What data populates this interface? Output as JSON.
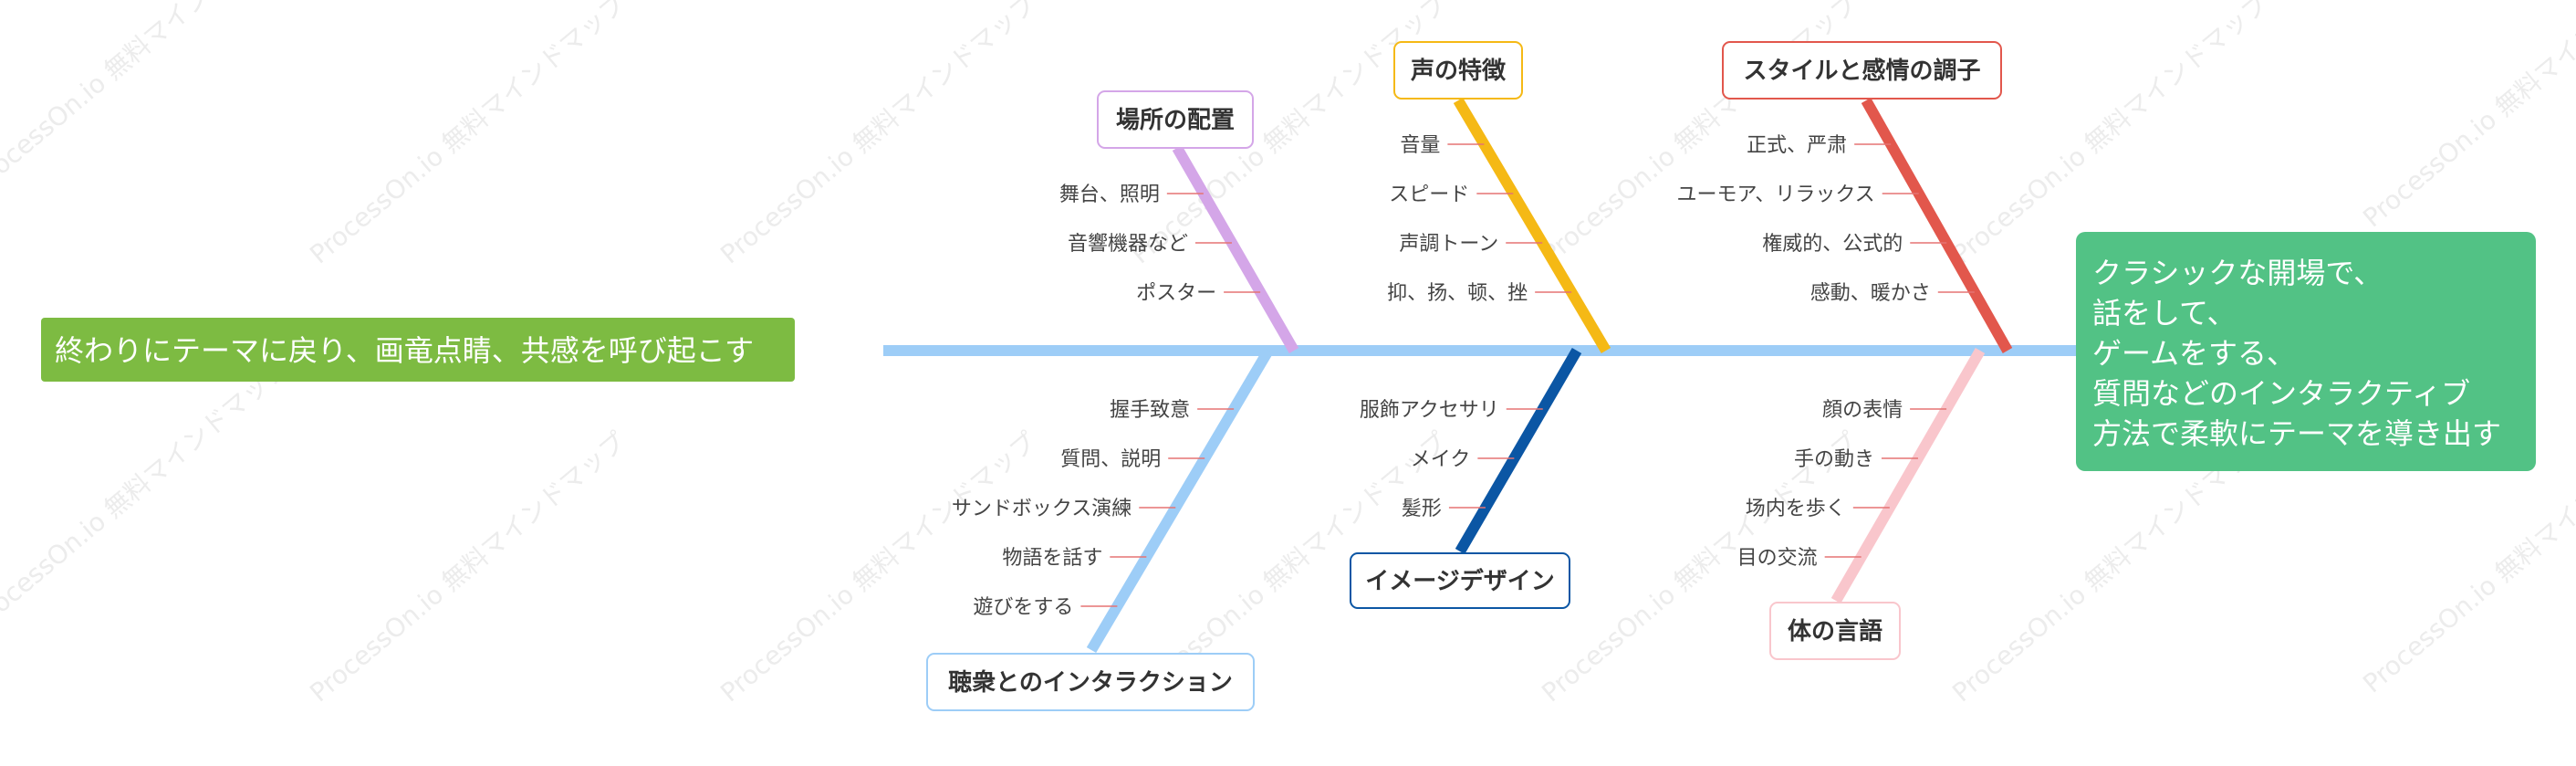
{
  "watermark": "ProcessOn.io 無料マインドマップ",
  "colors": {
    "spine": "#9dcdf7",
    "tail_box": "#7dbb42",
    "head_box": "#52c285",
    "rib_tick": "#e57373"
  },
  "tail": {
    "text": "終わりにテーマに戻り、画竜点睛、共感を呼び起こす"
  },
  "head": {
    "lines": [
      "クラシックな開場で、",
      "話をして、",
      "ゲームをする、",
      "質問などのインタラクティブ",
      "方法で柔軟にテーマを導き出す"
    ]
  },
  "categories": [
    {
      "label": "場所の配置",
      "color": "#d4a6e8",
      "items": [
        "舞台、照明",
        "音響機器など",
        "ポスター"
      ]
    },
    {
      "label": "声の特徴",
      "color": "#f5b915",
      "items": [
        "音量",
        "スピード",
        "声調トーン",
        "抑、扬、顿、挫"
      ]
    },
    {
      "label": "スタイルと感情の調子",
      "color": "#e2574c",
      "items": [
        "正式、严肃",
        "ユーモア、リラックス",
        "権威的、公式的",
        "感動、暖かさ"
      ]
    },
    {
      "label": "聴衆とのインタラクション",
      "color": "#9dcdf7",
      "items": [
        "握手致意",
        "質問、説明",
        "サンドボックス演練",
        "物語を話す",
        "遊びをする"
      ]
    },
    {
      "label": "イメージデザイン",
      "color": "#0b56a4",
      "items": [
        "服飾アクセサリ",
        "メイク",
        "髪形"
      ]
    },
    {
      "label": "体の言語",
      "color": "#f9c6cc",
      "items": [
        "顔の表情",
        "手の動き",
        "场内を歩く",
        "目の交流"
      ]
    }
  ]
}
